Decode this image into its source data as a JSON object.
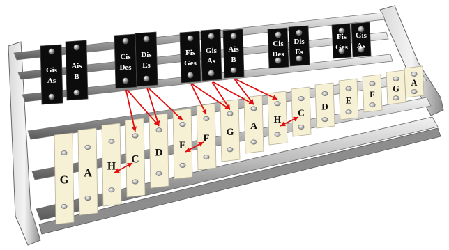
{
  "white_bars": [
    {
      "label": "G"
    },
    {
      "label": "A"
    },
    {
      "label": "H"
    },
    {
      "label": "C"
    },
    {
      "label": "D"
    },
    {
      "label": "E"
    },
    {
      "label": "F"
    },
    {
      "label": "G"
    },
    {
      "label": "A"
    },
    {
      "label": "H"
    },
    {
      "label": "C"
    },
    {
      "label": "D"
    },
    {
      "label": "E"
    },
    {
      "label": "F"
    },
    {
      "label": "G"
    },
    {
      "label": "A"
    }
  ],
  "black_bars": [
    {
      "sharp": "Gis",
      "flat": "As"
    },
    {
      "sharp": "Ais",
      "flat": "B"
    },
    {
      "sharp": "Cis",
      "flat": "Des"
    },
    {
      "sharp": "Dis",
      "flat": "Es"
    },
    {
      "sharp": "Fis",
      "flat": "Ges"
    },
    {
      "sharp": "Gis",
      "flat": "As"
    },
    {
      "sharp": "Ais",
      "flat": "B"
    },
    {
      "sharp": "Cis",
      "flat": "Des"
    },
    {
      "sharp": "Dis",
      "flat": "Es"
    },
    {
      "sharp": "Fis",
      "flat": "Ges"
    },
    {
      "sharp": "Gis",
      "flat": "As"
    }
  ],
  "colors": {
    "white_bar": "#f6f0d4",
    "black_bar": "#0c0c0c",
    "arrow": "#e01010",
    "frame": "#a9a9a9"
  },
  "icons": [
    "screw-hole-icon",
    "rivet-icon",
    "double-arrow-icon"
  ]
}
